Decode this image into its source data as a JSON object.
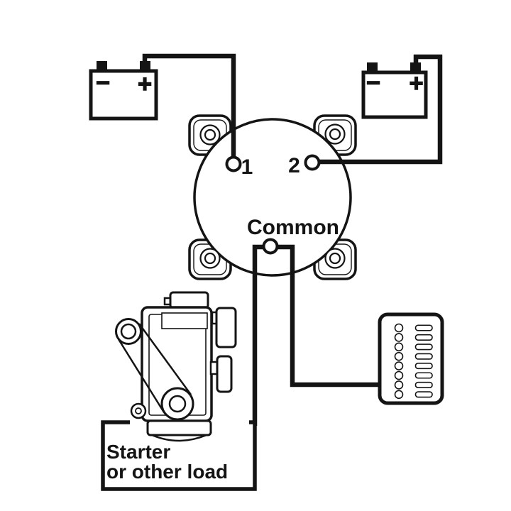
{
  "diagram": {
    "background_color": "#ffffff",
    "line_color": "#141414",
    "battery_1": {
      "negative_label": "−",
      "positive_label": "+"
    },
    "battery_2": {
      "negative_label": "−",
      "positive_label": "+"
    },
    "battery_switch": {
      "terminal_1_label": "1",
      "terminal_2_label": "2",
      "common_label": "Common"
    },
    "load_label": {
      "line_1": "Starter",
      "line_2": "or other load"
    },
    "fuse_panel": {
      "rows": 8
    }
  }
}
